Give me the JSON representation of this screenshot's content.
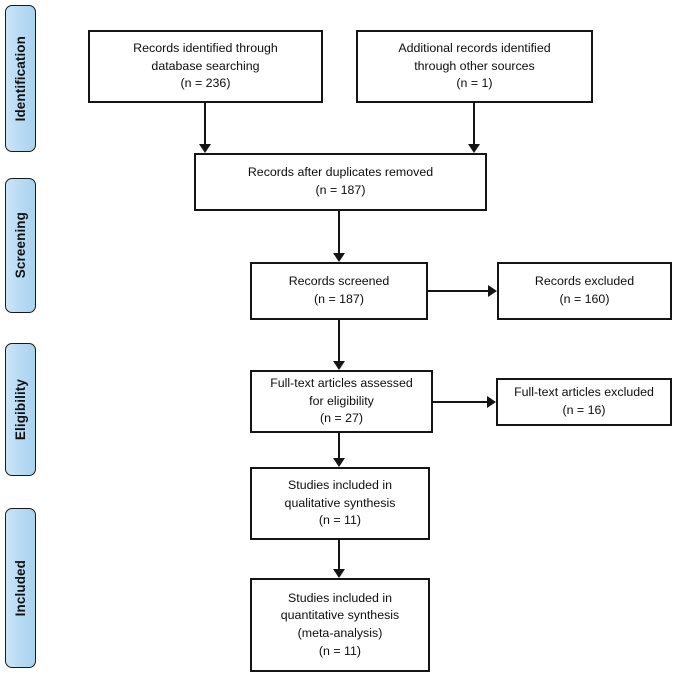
{
  "diagram": {
    "type": "prisma-flow-diagram",
    "phases": [
      {
        "id": "identification",
        "label": "Identification"
      },
      {
        "id": "screening",
        "label": "Screening"
      },
      {
        "id": "eligibility",
        "label": "Eligibility"
      },
      {
        "id": "included",
        "label": "Included"
      }
    ],
    "nodes": [
      {
        "id": "records-identified-database",
        "text": "Records identified through\ndatabase searching\n(n = 236)",
        "count": 236
      },
      {
        "id": "additional-records-other-sources",
        "text": "Additional records identified\nthrough other sources\n(n = 1)",
        "count": 1
      },
      {
        "id": "records-after-duplicates-removed",
        "text": "Records after duplicates removed\n(n = 187)",
        "count": 187
      },
      {
        "id": "records-screened",
        "text": "Records screened\n(n = 187)",
        "count": 187
      },
      {
        "id": "records-excluded",
        "text": "Records excluded\n(n = 160)",
        "count": 160
      },
      {
        "id": "fulltext-assessed",
        "text": "Full-text articles assessed\nfor eligibility\n(n = 27)",
        "count": 27
      },
      {
        "id": "fulltext-excluded",
        "text": "Full-text articles excluded\n(n = 16)",
        "count": 16
      },
      {
        "id": "studies-qualitative",
        "text": "Studies included in\nqualitative synthesis\n(n = 11)",
        "count": 11
      },
      {
        "id": "studies-quantitative",
        "text": "Studies included in\nquantitative synthesis\n(meta-analysis)\n(n = 11)",
        "count": 11
      }
    ],
    "colors": {
      "phase_fill": "#b9dcf4",
      "phase_border": "#1a1a1a",
      "node_border": "#151515",
      "node_fill": "#ffffff",
      "connector": "#141414",
      "text": "#0d0d0d",
      "background": "#ffffff"
    }
  }
}
